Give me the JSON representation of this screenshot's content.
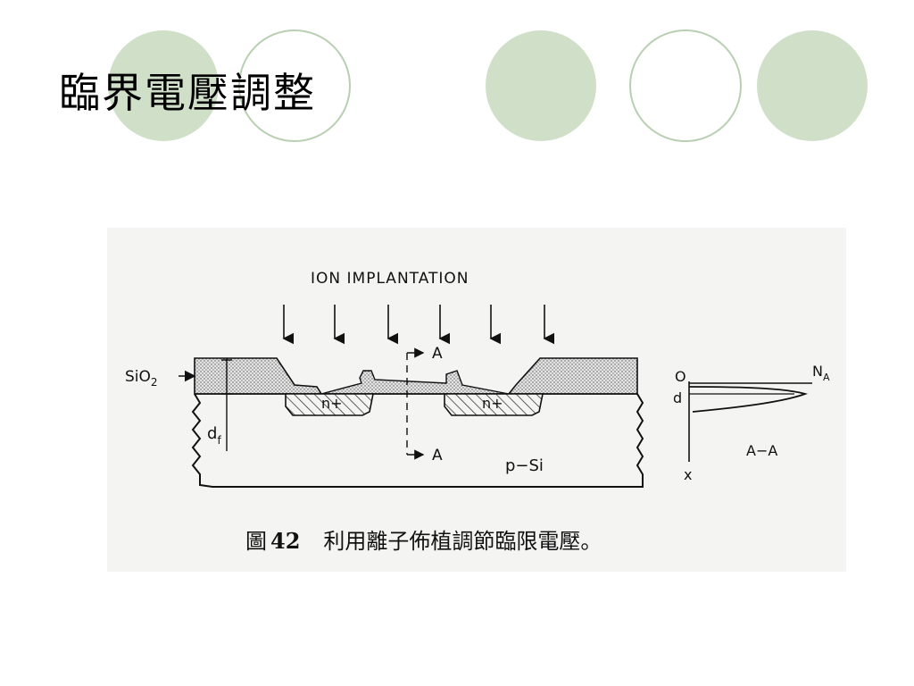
{
  "slide": {
    "title": "臨界電壓調整"
  },
  "figure": {
    "heading": "ION IMPLANTATION",
    "label_oxide": "SiO",
    "label_oxide_sub": "2",
    "label_depth": "d",
    "label_depth_sub": "f",
    "label_section_top": "A",
    "label_section_bottom": "A",
    "label_implant_left": "n+",
    "label_implant_right": "n+",
    "label_substrate": "p−Si",
    "profile_origin": "O",
    "profile_d": "d",
    "profile_x": "x",
    "profile_na": "N",
    "profile_na_sub": "A",
    "profile_section": "A−A"
  },
  "caption": {
    "prefix": "圖",
    "number": "42",
    "text": "利用離子佈植調節臨限電壓。"
  },
  "colors": {
    "circle_green": "#cfdfc8",
    "circle_outline": "#b9cfb2"
  }
}
